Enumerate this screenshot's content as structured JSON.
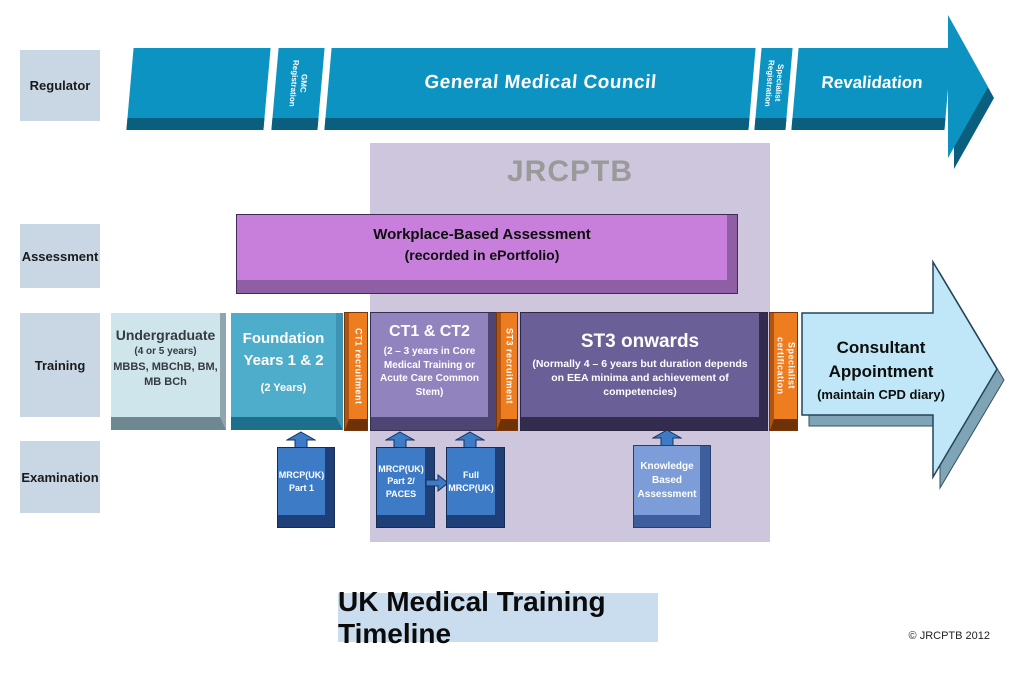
{
  "watermark": "JRCPTB",
  "row_labels": {
    "regulator": "Regulator",
    "assessment": "Assessment",
    "training": "Training",
    "examination": "Examination"
  },
  "gmc_arrow": {
    "gmc_registration": {
      "line1": "GMC",
      "line2": "Registration"
    },
    "council": "General Medical Council",
    "specialist_registration": {
      "line1": "Specialist",
      "line2": "Registration"
    },
    "revalidation": "Revalidation"
  },
  "assessment_bar": {
    "line1": "Workplace-Based Assessment",
    "line2": "(recorded in ePortfolio)"
  },
  "training": {
    "undergraduate": {
      "title": "Undergraduate",
      "years": "(4 or 5 years)",
      "degrees1": "MBBS, MBChB, BM,",
      "degrees2": "MB BCh"
    },
    "foundation": {
      "title1": "Foundation",
      "title2": "Years 1 & 2",
      "years": "(2 Years)"
    },
    "ct1_recruitment": "CT1 recruitment",
    "ct1_ct2": {
      "title": "CT1 & CT2",
      "detail": "(2 – 3 years in Core Medical Training or Acute Care Common Stem)"
    },
    "st3_recruitment": "ST3 recruitment",
    "st3_onwards": {
      "title": "ST3 onwards",
      "detail": "(Normally 4 – 6 years but duration depends on EEA minima and achievement of competencies)"
    },
    "specialist_certification": {
      "line1": "Specialist",
      "line2": "certification"
    },
    "consultant": {
      "title1": "Consultant",
      "title2": "Appointment",
      "detail": "(maintain CPD diary)"
    }
  },
  "examination": {
    "part1": {
      "l1": "MRCP(UK)",
      "l2": "Part 1"
    },
    "part2": {
      "l1": "MRCP(UK)",
      "l2": "Part 2/",
      "l3": "PACES"
    },
    "full_mrcp": {
      "l1": "Full",
      "l2": "MRCP(UK)"
    },
    "kba": {
      "l1": "Knowledge",
      "l2": "Based",
      "l3": "Assessment"
    }
  },
  "footer": {
    "title": "UK Medical Training Timeline",
    "copyright": "© JRCPTB 2012"
  },
  "colors": {
    "gmc_arrow_blue": "#0D93C1",
    "gmc_arrow_shadow": "#0A5F7E",
    "row_label_bg": "#C9D6E4",
    "jrcptb_bg": "#CDC6DC",
    "watermark_text": "#9A9A9A",
    "assessment_bar": "#C87FDB",
    "undergraduate_bg": "#CFE5EC",
    "foundation_bg": "#4FADCC",
    "recruitment_orange": "#EE7D20",
    "ct1_ct2_bg": "#9184BE",
    "st3_bg": "#6A5F97",
    "consultant_arrow": "#BFE7F7",
    "consultant_shadow": "#7FA4B5",
    "exam_box_blue": "#3E7BC6",
    "kba_box_blue": "#7C9DD8",
    "title_strip_bg": "#C9DDEF"
  }
}
